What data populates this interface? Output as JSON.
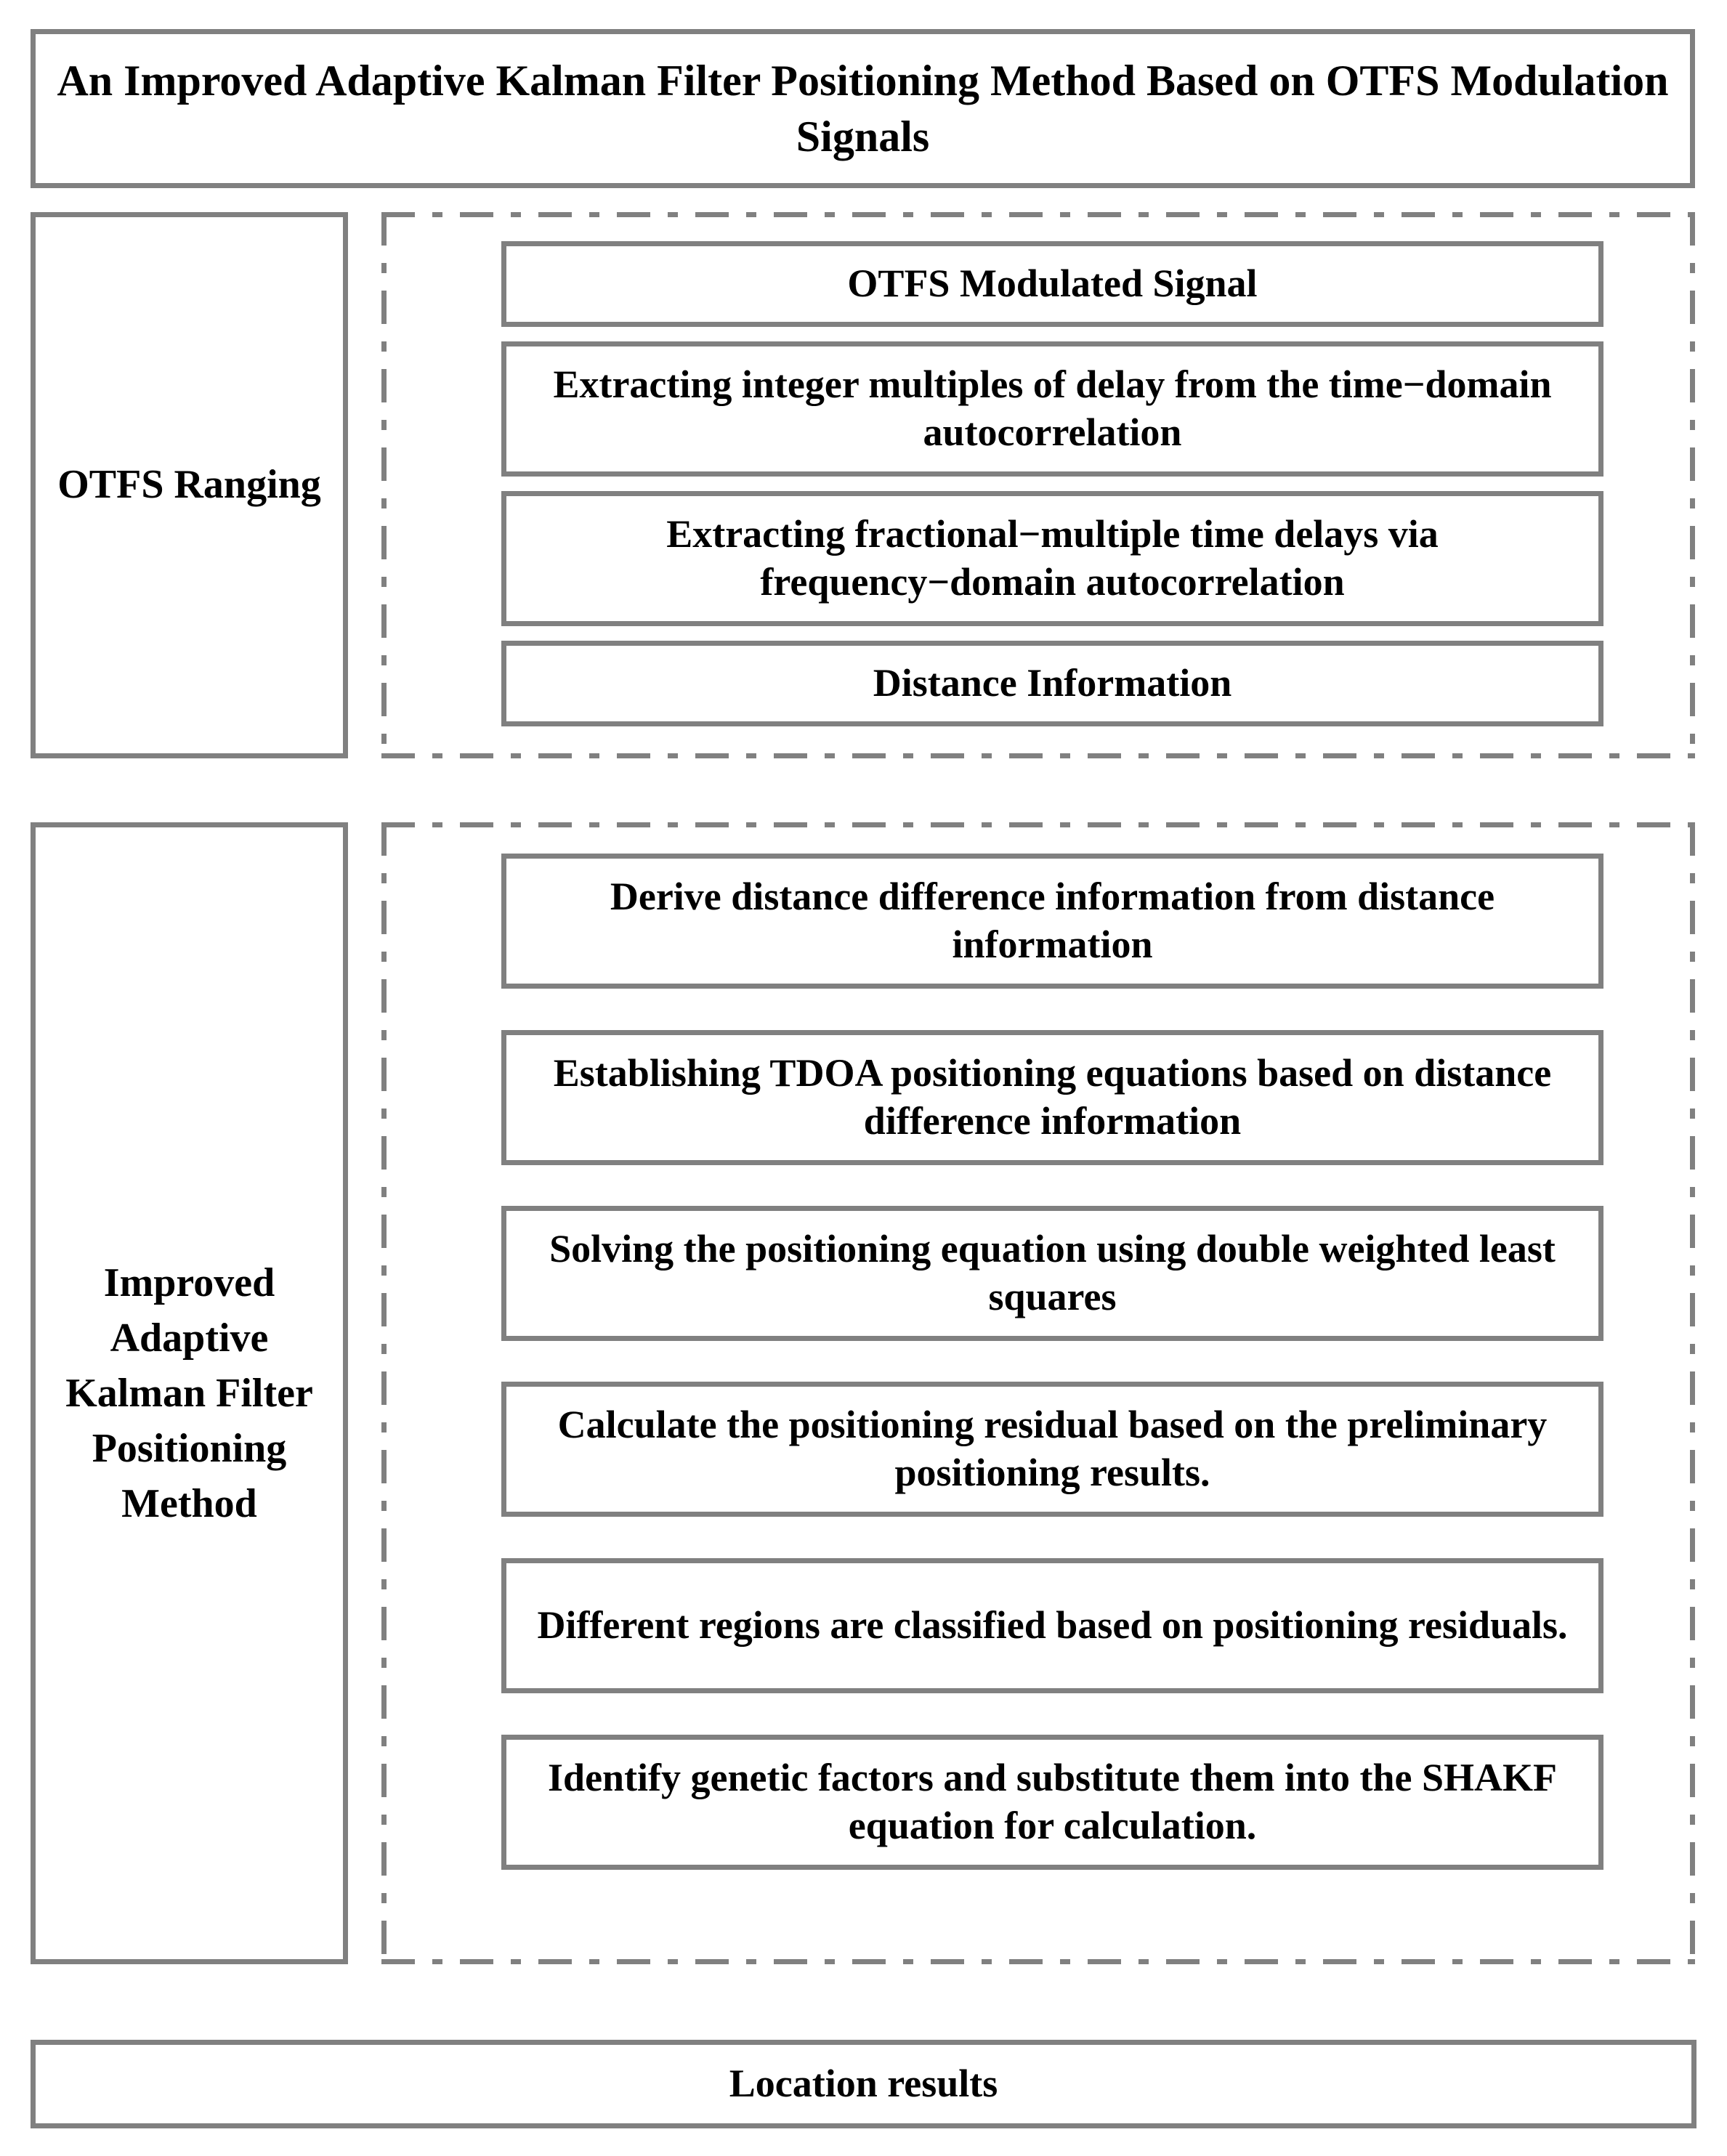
{
  "title": {
    "line1": "An Improved Adaptive Kalman Filter Positioning Method Based on",
    "line2": "OTFS Modulation Signals",
    "full": "An Improved Adaptive Kalman Filter Positioning Method Based on OTFS Modulation Signals"
  },
  "sections": [
    {
      "label": "OTFS Ranging",
      "label_lines": [
        "OTFS",
        "Ranging"
      ],
      "steps": [
        {
          "text": "OTFS Modulated Signal"
        },
        {
          "text": "Extracting integer multiples of delay from the time−domain autocorrelation"
        },
        {
          "text": "Extracting fractional−multiple time delays via frequency−domain autocorrelation"
        },
        {
          "text": "Distance Information"
        }
      ]
    },
    {
      "label": "Improved Adaptive Kalman Filter Positioning Method",
      "label_lines": [
        "Improved",
        "Adaptive",
        "Kalman",
        "Filter",
        "Positioning",
        "Method"
      ],
      "steps": [
        {
          "text": "Derive distance difference information from distance information"
        },
        {
          "text": "Establishing TDOA positioning equations based on distance difference information"
        },
        {
          "text": "Solving the positioning equation using double weighted least squares"
        },
        {
          "text": "Calculate the positioning residual based on the preliminary positioning results."
        },
        {
          "text": "Different regions are classified based on positioning residuals."
        },
        {
          "text": "Identify genetic factors and substitute them into the SHAKF equation for calculation."
        }
      ]
    }
  ],
  "result": {
    "label": "Location results"
  },
  "colors": {
    "border": "#808080",
    "text": "#000000",
    "background": "#ffffff"
  }
}
